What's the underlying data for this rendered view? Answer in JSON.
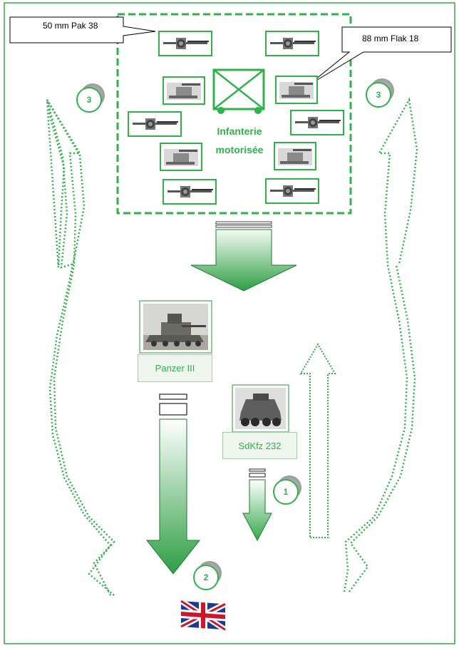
{
  "callouts": {
    "pak": "50 mm Pak 38",
    "flak": "88 mm Flak 18"
  },
  "infantry": {
    "line1": "Infanterie",
    "line2": "motorisée"
  },
  "units": {
    "panzer": "Panzer III",
    "sdkfz": "SdKfz 232"
  },
  "phases": {
    "one": "1",
    "two": "2",
    "three_left": "3",
    "three_right": "3"
  },
  "colors": {
    "green": "#2fb24a",
    "frame": "#3aa64a"
  },
  "icons": [
    "pak-gun-icon",
    "flak-gun-icon",
    "infantry-unit-icon",
    "tank-icon",
    "armored-car-icon",
    "uk-flag-icon"
  ]
}
